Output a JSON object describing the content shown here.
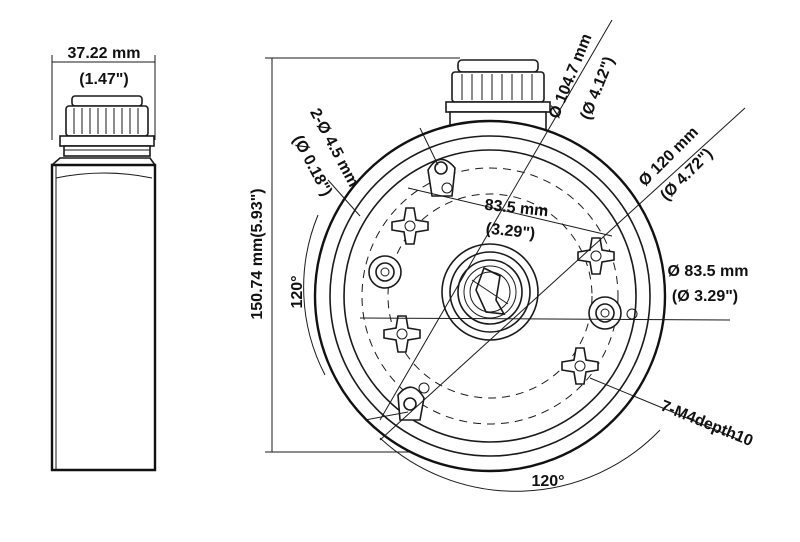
{
  "side_view": {
    "width_mm": "37.22 mm",
    "width_in": "(1.47\")"
  },
  "front_view": {
    "height_label": "150.74 mm(5.93\")",
    "angle_left": "120°",
    "angle_bottom": "120°",
    "holes_2_mm": "2-Ø 4.5 mm",
    "holes_2_in": "(Ø 0.18\")",
    "dia_104_mm": "Ø 104.7 mm",
    "dia_104_in": "(Ø 4.12\")",
    "dia_120_mm": "Ø 120 mm",
    "dia_120_in": "(Ø 4.72\")",
    "chord_mm": "83.5 mm",
    "chord_in": "(3.29\")",
    "dia_83_mm": "Ø 83.5 mm",
    "dia_83_in": "(Ø 3.29\")",
    "thread_label": "7-M4depth10"
  }
}
